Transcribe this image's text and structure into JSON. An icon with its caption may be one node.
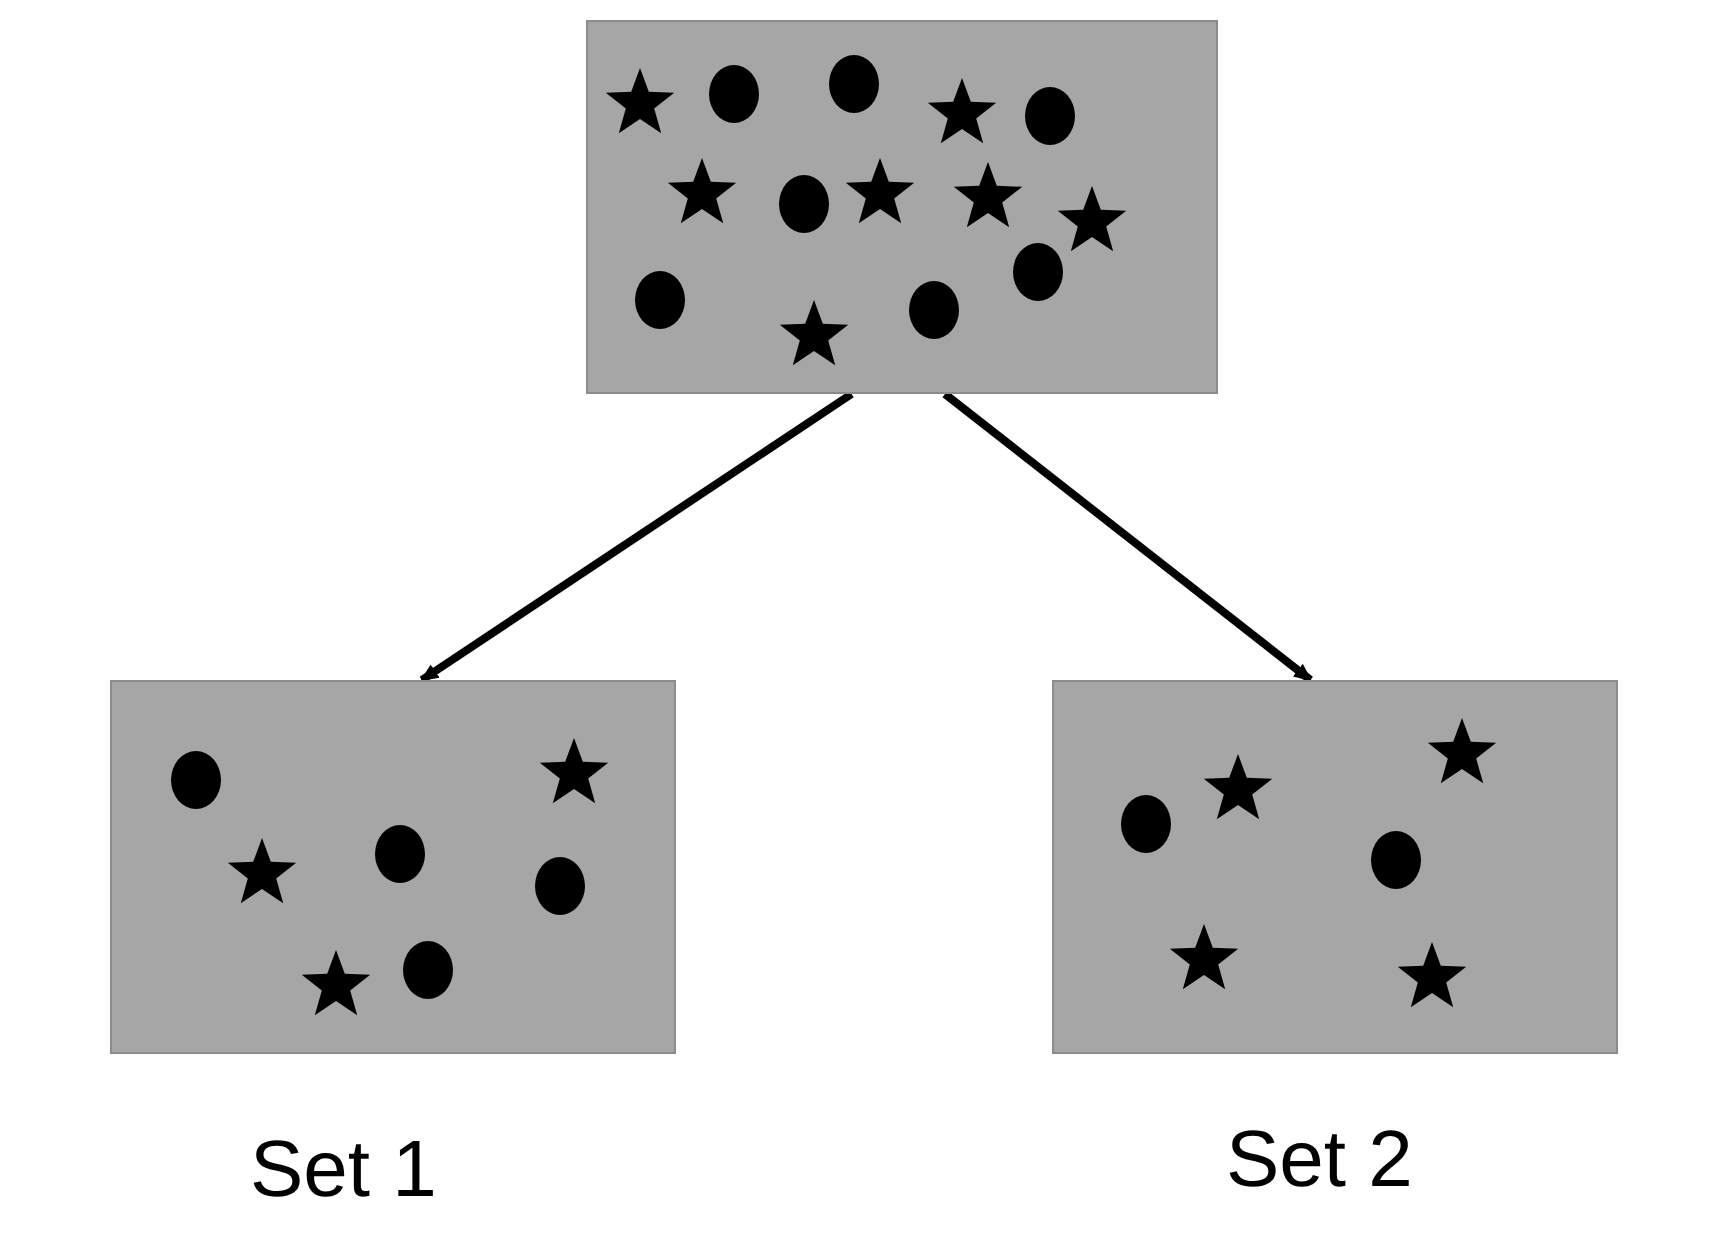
{
  "diagram": {
    "nodes": [
      {
        "text": [],
        "shape": "box"
      },
      {
        "text": [],
        "shape": "box",
        "beside": [
          "Set 1"
        ]
      },
      {
        "text": [],
        "shape": "box",
        "beside": [
          "Set 2"
        ]
      }
    ],
    "edges": [
      {
        "from": 0,
        "to": 1,
        "arrow": "to"
      },
      {
        "from": 0,
        "to": 2,
        "arrow": "to"
      }
    ]
  }
}
